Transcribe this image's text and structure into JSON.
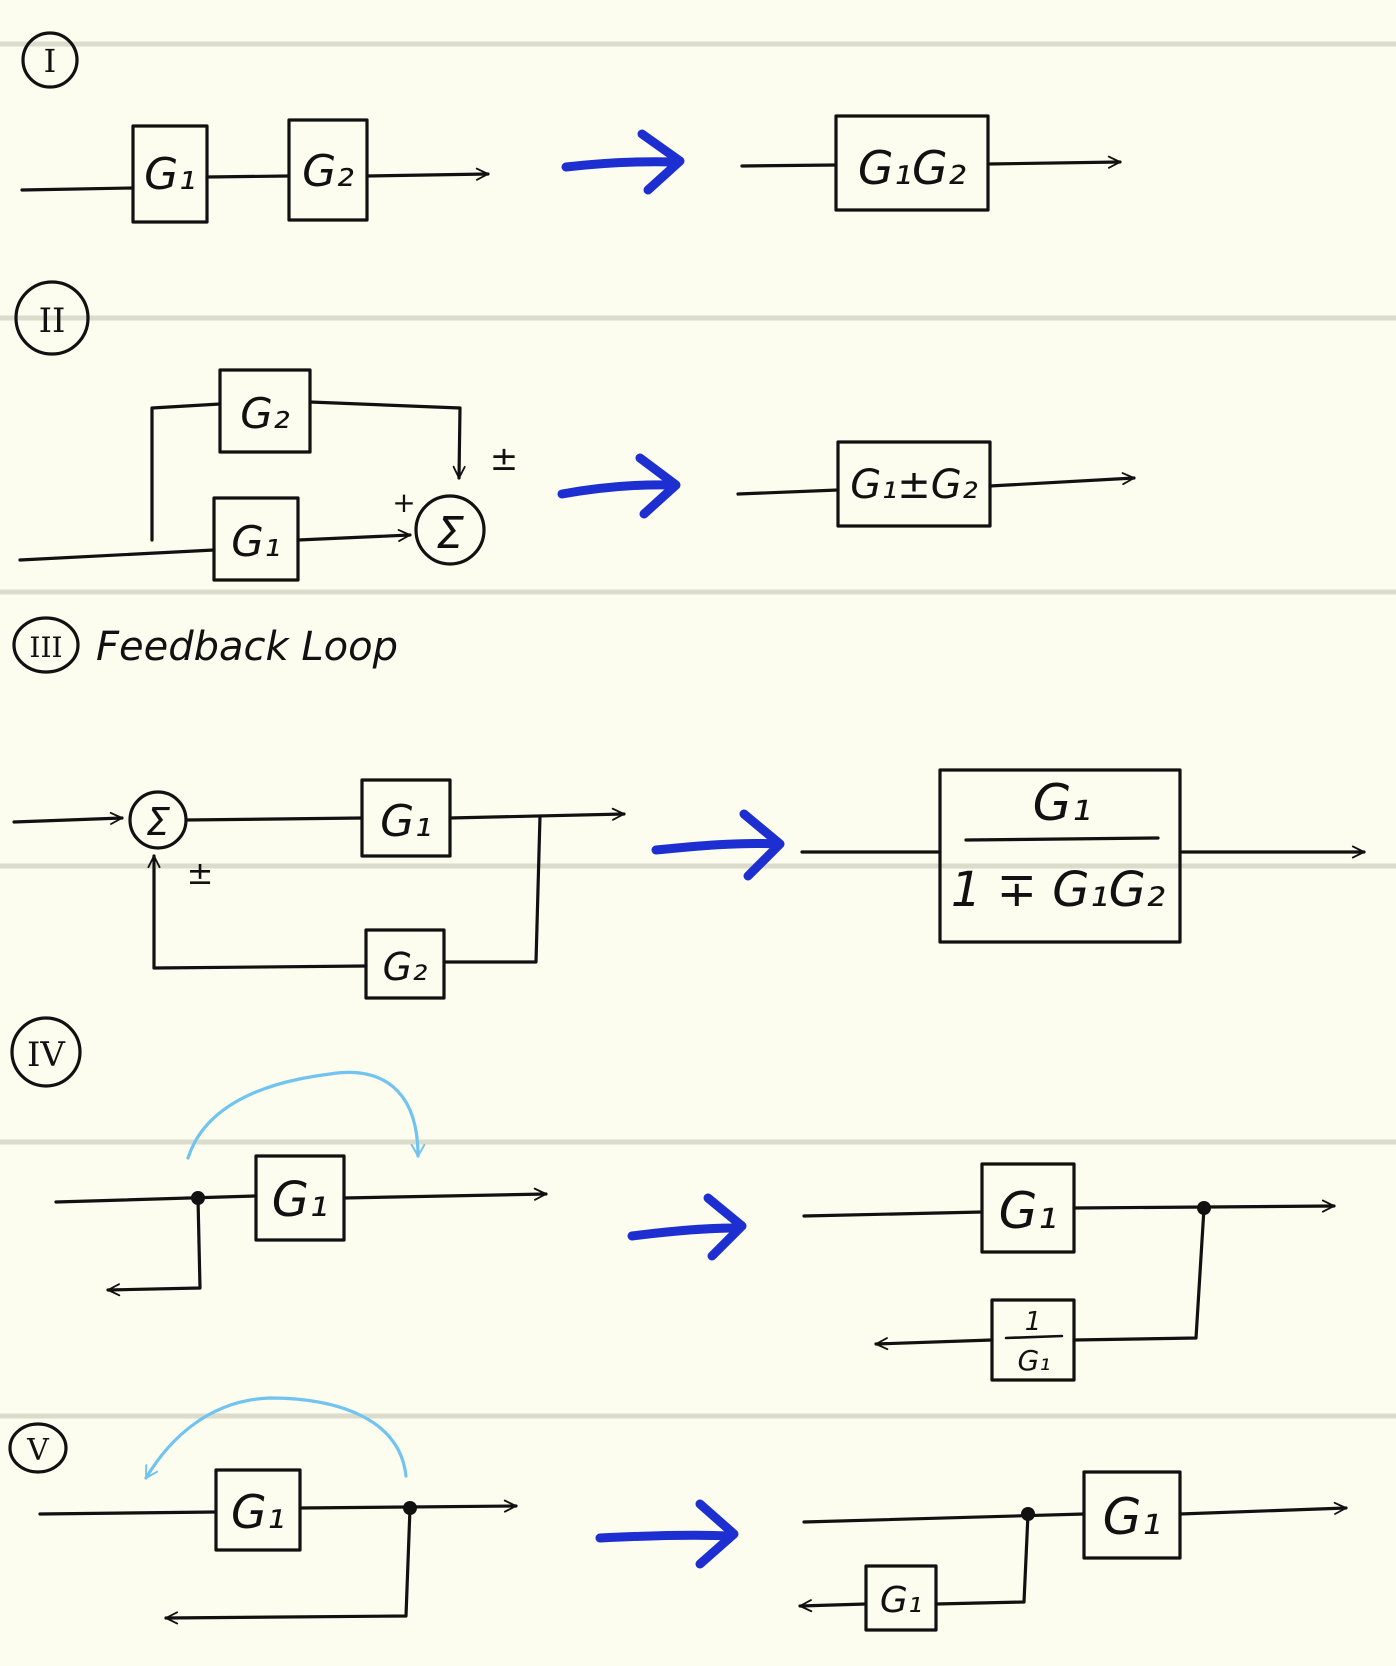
{
  "sections": [
    {
      "numeral": "I",
      "title": "",
      "labels": {
        "g1": "G₁",
        "g2": "G₂",
        "result": "G₁G₂"
      }
    },
    {
      "numeral": "II",
      "title": "",
      "labels": {
        "g1": "G₁",
        "g2": "G₂",
        "sum": "Σ",
        "sign_top": "±",
        "sign_left": "+",
        "result": "G₁±G₂"
      }
    },
    {
      "numeral": "III",
      "title": "Feedback Loop",
      "labels": {
        "g1": "G₁",
        "g2": "G₂",
        "sum": "Σ",
        "sign_bottom": "±",
        "result_num": "G₁",
        "result_den": "1 ∓ G₁G₂"
      }
    },
    {
      "numeral": "IV",
      "title": "",
      "labels": {
        "g1": "G₁",
        "result_g1": "G₁",
        "result_inv_num": "1",
        "result_inv_den": "G₁"
      }
    },
    {
      "numeral": "V",
      "title": "",
      "labels": {
        "g1": "G₁",
        "result_g1": "G₁",
        "result_fb": "G₁"
      }
    }
  ],
  "colors": {
    "ink": "#111111",
    "paper": "#fcfcef",
    "rule": "#dcdccd",
    "transform_arrow": "#1d2fd1",
    "move_curve": "#70c4ef"
  }
}
